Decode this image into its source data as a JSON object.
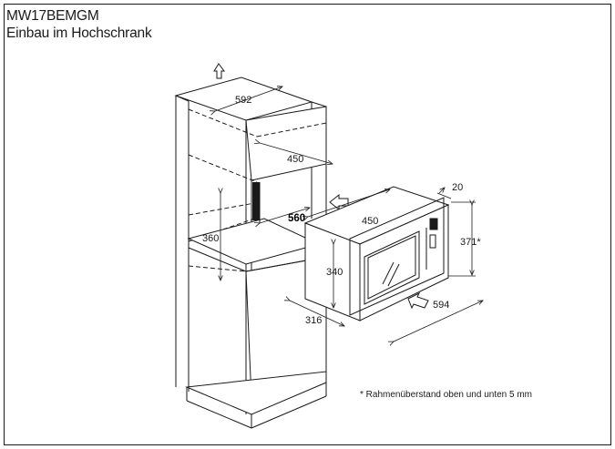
{
  "header": {
    "model": "MW17BEMGM",
    "subtitle": "Einbau im Hochschrank"
  },
  "dimensions": {
    "cabinet_width": "592",
    "niche_depth": "450",
    "niche_height_left": "360",
    "niche_width_bold": "560",
    "oven_depth": "450",
    "oven_front_depth": "20",
    "oven_total_height": "371*",
    "oven_body_height": "340",
    "oven_side_depth": "316",
    "oven_width": "594"
  },
  "footnote": "* Rahmenüberstand oben und unten 5 mm",
  "colors": {
    "line": "#1a1a1a",
    "background": "#ffffff"
  }
}
